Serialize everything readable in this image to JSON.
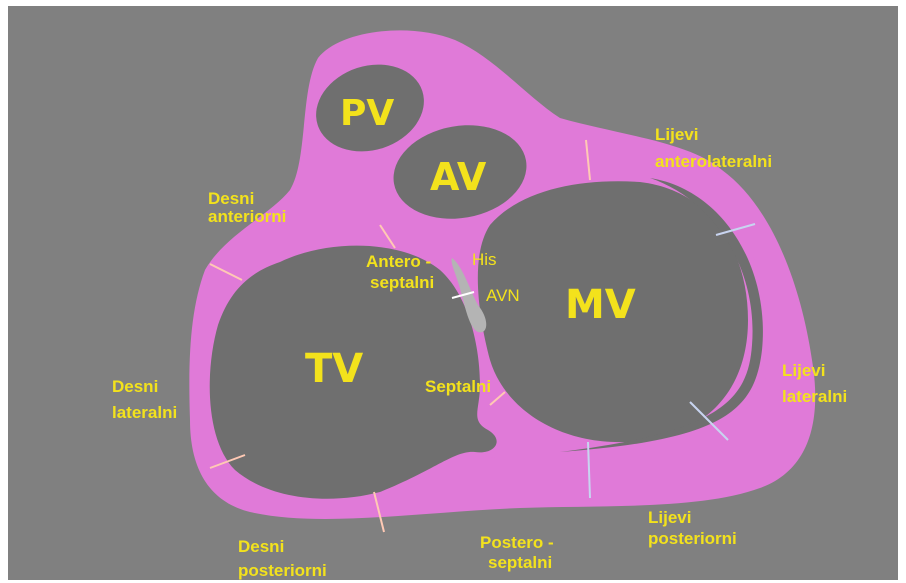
{
  "colors": {
    "background": "#808080",
    "tissue": "#e07ad8",
    "valve": "#6f6f6f",
    "label": "#f3e21c",
    "pink_marker": "#ffc9b4",
    "blue_marker": "#c8d4f0",
    "node": "#b4b4b4"
  },
  "valves": {
    "pv": "PV",
    "av": "AV",
    "mv": "MV",
    "tv": "TV"
  },
  "labels": {
    "desni_anteriorni_1": "Desni",
    "desni_anteriorni_2": "anteriorni",
    "desni_lateralni_1": "Desni",
    "desni_lateralni_2": "lateralni",
    "desni_posteriorni_1": "Desni",
    "desni_posteriorni_2": "posteriorni",
    "postero_septalni_1": "Postero -",
    "postero_septalni_2": "septalni",
    "lijevi_posteriorni_1": "Lijevi",
    "lijevi_posteriorni_2": "posteriorni",
    "lijevi_lateralni_1": "Lijevi",
    "lijevi_lateralni_2": "lateralni",
    "lijevi_anterolateralni_1": "Lijevi",
    "lijevi_anterolateralni_2": "anterolateralni",
    "antero_septalni_1": "Antero -",
    "antero_septalni_2": "septalni",
    "septalni": "Septalni",
    "his": "His",
    "avn": "AVN"
  }
}
